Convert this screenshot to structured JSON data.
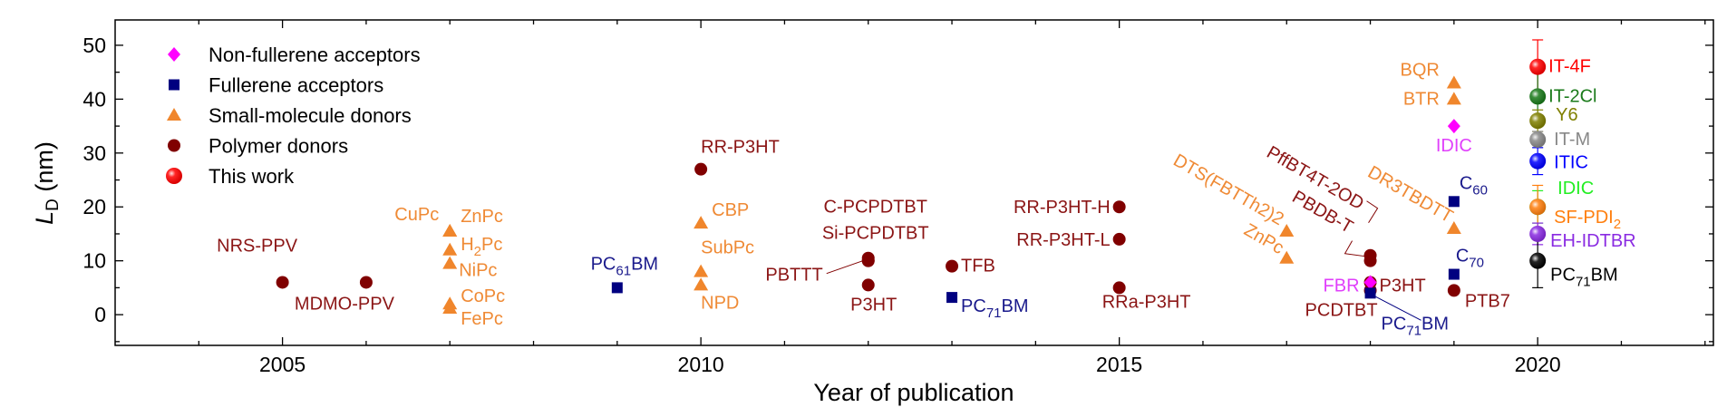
{
  "chart_data": {
    "type": "scatter",
    "title": "",
    "xlabel": "Year of publication",
    "ylabel": {
      "main": "L",
      "sub": "D",
      "unit": " (nm)"
    },
    "xlim": [
      2003,
      2022.1
    ],
    "ylim": [
      -5.7,
      54.7
    ],
    "xticks": [
      2005,
      2010,
      2015,
      2020
    ],
    "yticks": [
      0,
      10,
      20,
      30,
      40,
      50
    ],
    "grid": false,
    "legend_position": "top-left",
    "colors": {
      "nfa": "#ff00ff",
      "fullerene": "#000080",
      "small": "#f0862c",
      "polymer": "#800000",
      "polymer_text": "#8b1515",
      "small_text": "#ef8a35",
      "fullerene_text": "#1a1a8c",
      "nfa_text": "#e040fb"
    },
    "legend": [
      {
        "key": "nfa",
        "label": "Non-fullerene acceptors",
        "marker": "diamond"
      },
      {
        "key": "fullerene",
        "label": "Fullerene acceptors",
        "marker": "square"
      },
      {
        "key": "small",
        "label": "Small-molecule donors",
        "marker": "triangle"
      },
      {
        "key": "polymer",
        "label": "Polymer donors",
        "marker": "circle"
      },
      {
        "key": "this",
        "label": "This work",
        "marker": "sphere"
      }
    ],
    "points": [
      {
        "cat": "polymer",
        "year": 2005,
        "value": 6,
        "label": [
          "NRS-PPV"
        ]
      },
      {
        "cat": "polymer",
        "year": 2006,
        "value": 6,
        "label": [
          "MDMO-PPV"
        ]
      },
      {
        "cat": "small",
        "year": 2007,
        "value": 15.5,
        "label": [
          "ZnPc"
        ]
      },
      {
        "cat": "small",
        "year": 2007,
        "value": 15.5,
        "label": [
          "CuPc"
        ]
      },
      {
        "cat": "small",
        "year": 2007,
        "value": 12,
        "label": [
          "H",
          "2",
          "Pc"
        ]
      },
      {
        "cat": "small",
        "year": 2007,
        "value": 9.5,
        "label": [
          "NiPc"
        ]
      },
      {
        "cat": "small",
        "year": 2007,
        "value": 2,
        "label": [
          "CoPc"
        ]
      },
      {
        "cat": "small",
        "year": 2007,
        "value": 1.2,
        "label": [
          "FePc"
        ]
      },
      {
        "cat": "fullerene",
        "year": 2009,
        "value": 5,
        "label": [
          "PC",
          "61",
          "BM"
        ]
      },
      {
        "cat": "polymer",
        "year": 2010,
        "value": 27,
        "label": [
          "RR-P3HT"
        ]
      },
      {
        "cat": "small",
        "year": 2010,
        "value": 17,
        "label": [
          "CBP"
        ]
      },
      {
        "cat": "small",
        "year": 2010,
        "value": 8,
        "label": [
          "SubPc"
        ]
      },
      {
        "cat": "small",
        "year": 2010,
        "value": 5.5,
        "label": [
          "NPD"
        ]
      },
      {
        "cat": "polymer",
        "year": 2012,
        "value": 10.5,
        "label": [
          "C-PCPDTBT"
        ]
      },
      {
        "cat": "polymer",
        "year": 2012,
        "value": 10,
        "label": [
          "Si-PCPDTBT"
        ]
      },
      {
        "cat": "polymer",
        "year": 2012,
        "value": 10,
        "label": [
          "PBTTT"
        ]
      },
      {
        "cat": "polymer",
        "year": 2012,
        "value": 5.5,
        "label": [
          "P3HT"
        ]
      },
      {
        "cat": "polymer",
        "year": 2013,
        "value": 9,
        "label": [
          "TFB"
        ]
      },
      {
        "cat": "fullerene",
        "year": 2013,
        "value": 3.2,
        "label": [
          "PC",
          "71",
          "BM"
        ]
      },
      {
        "cat": "polymer",
        "year": 2015,
        "value": 20,
        "label": [
          "RR-P3HT-H"
        ]
      },
      {
        "cat": "polymer",
        "year": 2015,
        "value": 14,
        "label": [
          "RR-P3HT-L"
        ]
      },
      {
        "cat": "polymer",
        "year": 2015,
        "value": 5,
        "label": [
          "RRa-P3HT"
        ]
      },
      {
        "cat": "small",
        "year": 2017,
        "value": 15.5,
        "label": [
          "DTS(FBTTh2)2"
        ]
      },
      {
        "cat": "small",
        "year": 2017,
        "value": 10.5,
        "label": [
          "ZnPc"
        ]
      },
      {
        "cat": "polymer",
        "year": 2018,
        "value": 11,
        "label": [
          "PffBT4T-2OD"
        ]
      },
      {
        "cat": "polymer",
        "year": 2018,
        "value": 10,
        "label": [
          "PBDB-T"
        ]
      },
      {
        "cat": "polymer",
        "year": 2018,
        "value": 6,
        "label": [
          "P3HT"
        ]
      },
      {
        "cat": "polymer",
        "year": 2018,
        "value": 4.5,
        "label": [
          "PCDTBT"
        ]
      },
      {
        "cat": "nfa",
        "year": 2018,
        "value": 6,
        "label": [
          "FBR"
        ]
      },
      {
        "cat": "fullerene",
        "year": 2018,
        "value": 4,
        "label": [
          "PC",
          "71",
          "BM"
        ]
      },
      {
        "cat": "small",
        "year": 2019,
        "value": 43,
        "label": [
          "BQR"
        ]
      },
      {
        "cat": "small",
        "year": 2019,
        "value": 40,
        "label": [
          "BTR"
        ]
      },
      {
        "cat": "nfa",
        "year": 2019,
        "value": 35,
        "label": [
          "IDIC"
        ]
      },
      {
        "cat": "fullerene",
        "year": 2019,
        "value": 21,
        "label": [
          "C",
          "60"
        ]
      },
      {
        "cat": "small",
        "year": 2019,
        "value": 16,
        "label": [
          "DR3TBDTT"
        ]
      },
      {
        "cat": "fullerene",
        "year": 2019,
        "value": 7.5,
        "label": [
          "C",
          "70"
        ]
      },
      {
        "cat": "polymer",
        "year": 2019,
        "value": 4.5,
        "label": [
          "PTB7"
        ]
      }
    ],
    "this_work": [
      {
        "year": 2020,
        "value": 46,
        "err": 5,
        "color": "#ff0000",
        "label": [
          "IT-4F"
        ]
      },
      {
        "year": 2020,
        "value": 40.5,
        "err": 5.5,
        "color": "#1a7a1a",
        "label": [
          "IT-2Cl"
        ]
      },
      {
        "year": 2020,
        "value": 36,
        "err": 2,
        "color": "#808000",
        "label": [
          "Y6"
        ]
      },
      {
        "year": 2020,
        "value": 32.5,
        "err": 1.5,
        "color": "#888888",
        "label": [
          "IT-M"
        ]
      },
      {
        "year": 2020,
        "value": 28.5,
        "err": 2.5,
        "color": "#0000ff",
        "label": [
          "ITIC"
        ]
      },
      {
        "year": 2020,
        "value": 20,
        "err": 3,
        "color": "#22ee22",
        "label": [
          "IDIC"
        ]
      },
      {
        "year": 2020,
        "value": 20,
        "err": 4,
        "color": "#ff7f0e",
        "label": [
          "SF-PDI",
          "2"
        ]
      },
      {
        "year": 2020,
        "value": 15,
        "err": 2,
        "color": "#8a2be2",
        "label": [
          "EH-IDTBR"
        ]
      },
      {
        "year": 2020,
        "value": 10,
        "err": 5,
        "color": "#000000",
        "label": [
          "PC",
          "71",
          "BM"
        ]
      }
    ]
  }
}
